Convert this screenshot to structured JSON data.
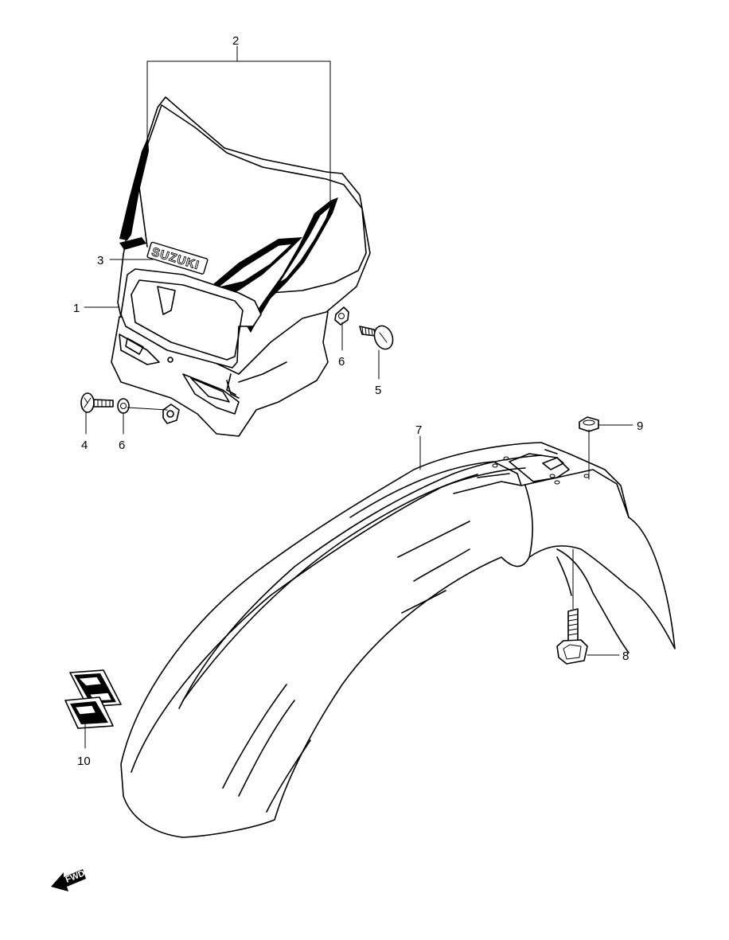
{
  "callouts": [
    {
      "id": "2",
      "label": "2"
    },
    {
      "id": "3",
      "label": "3"
    },
    {
      "id": "1",
      "label": "1"
    },
    {
      "id": "6a",
      "label": "6"
    },
    {
      "id": "5",
      "label": "5"
    },
    {
      "id": "4",
      "label": "4"
    },
    {
      "id": "6b",
      "label": "6"
    },
    {
      "id": "7",
      "label": "7"
    },
    {
      "id": "9",
      "label": "9"
    },
    {
      "id": "8",
      "label": "8"
    },
    {
      "id": "10",
      "label": "10"
    }
  ],
  "logo_text": "SUZUKI",
  "direction_arrow": {
    "label": "FWD"
  }
}
